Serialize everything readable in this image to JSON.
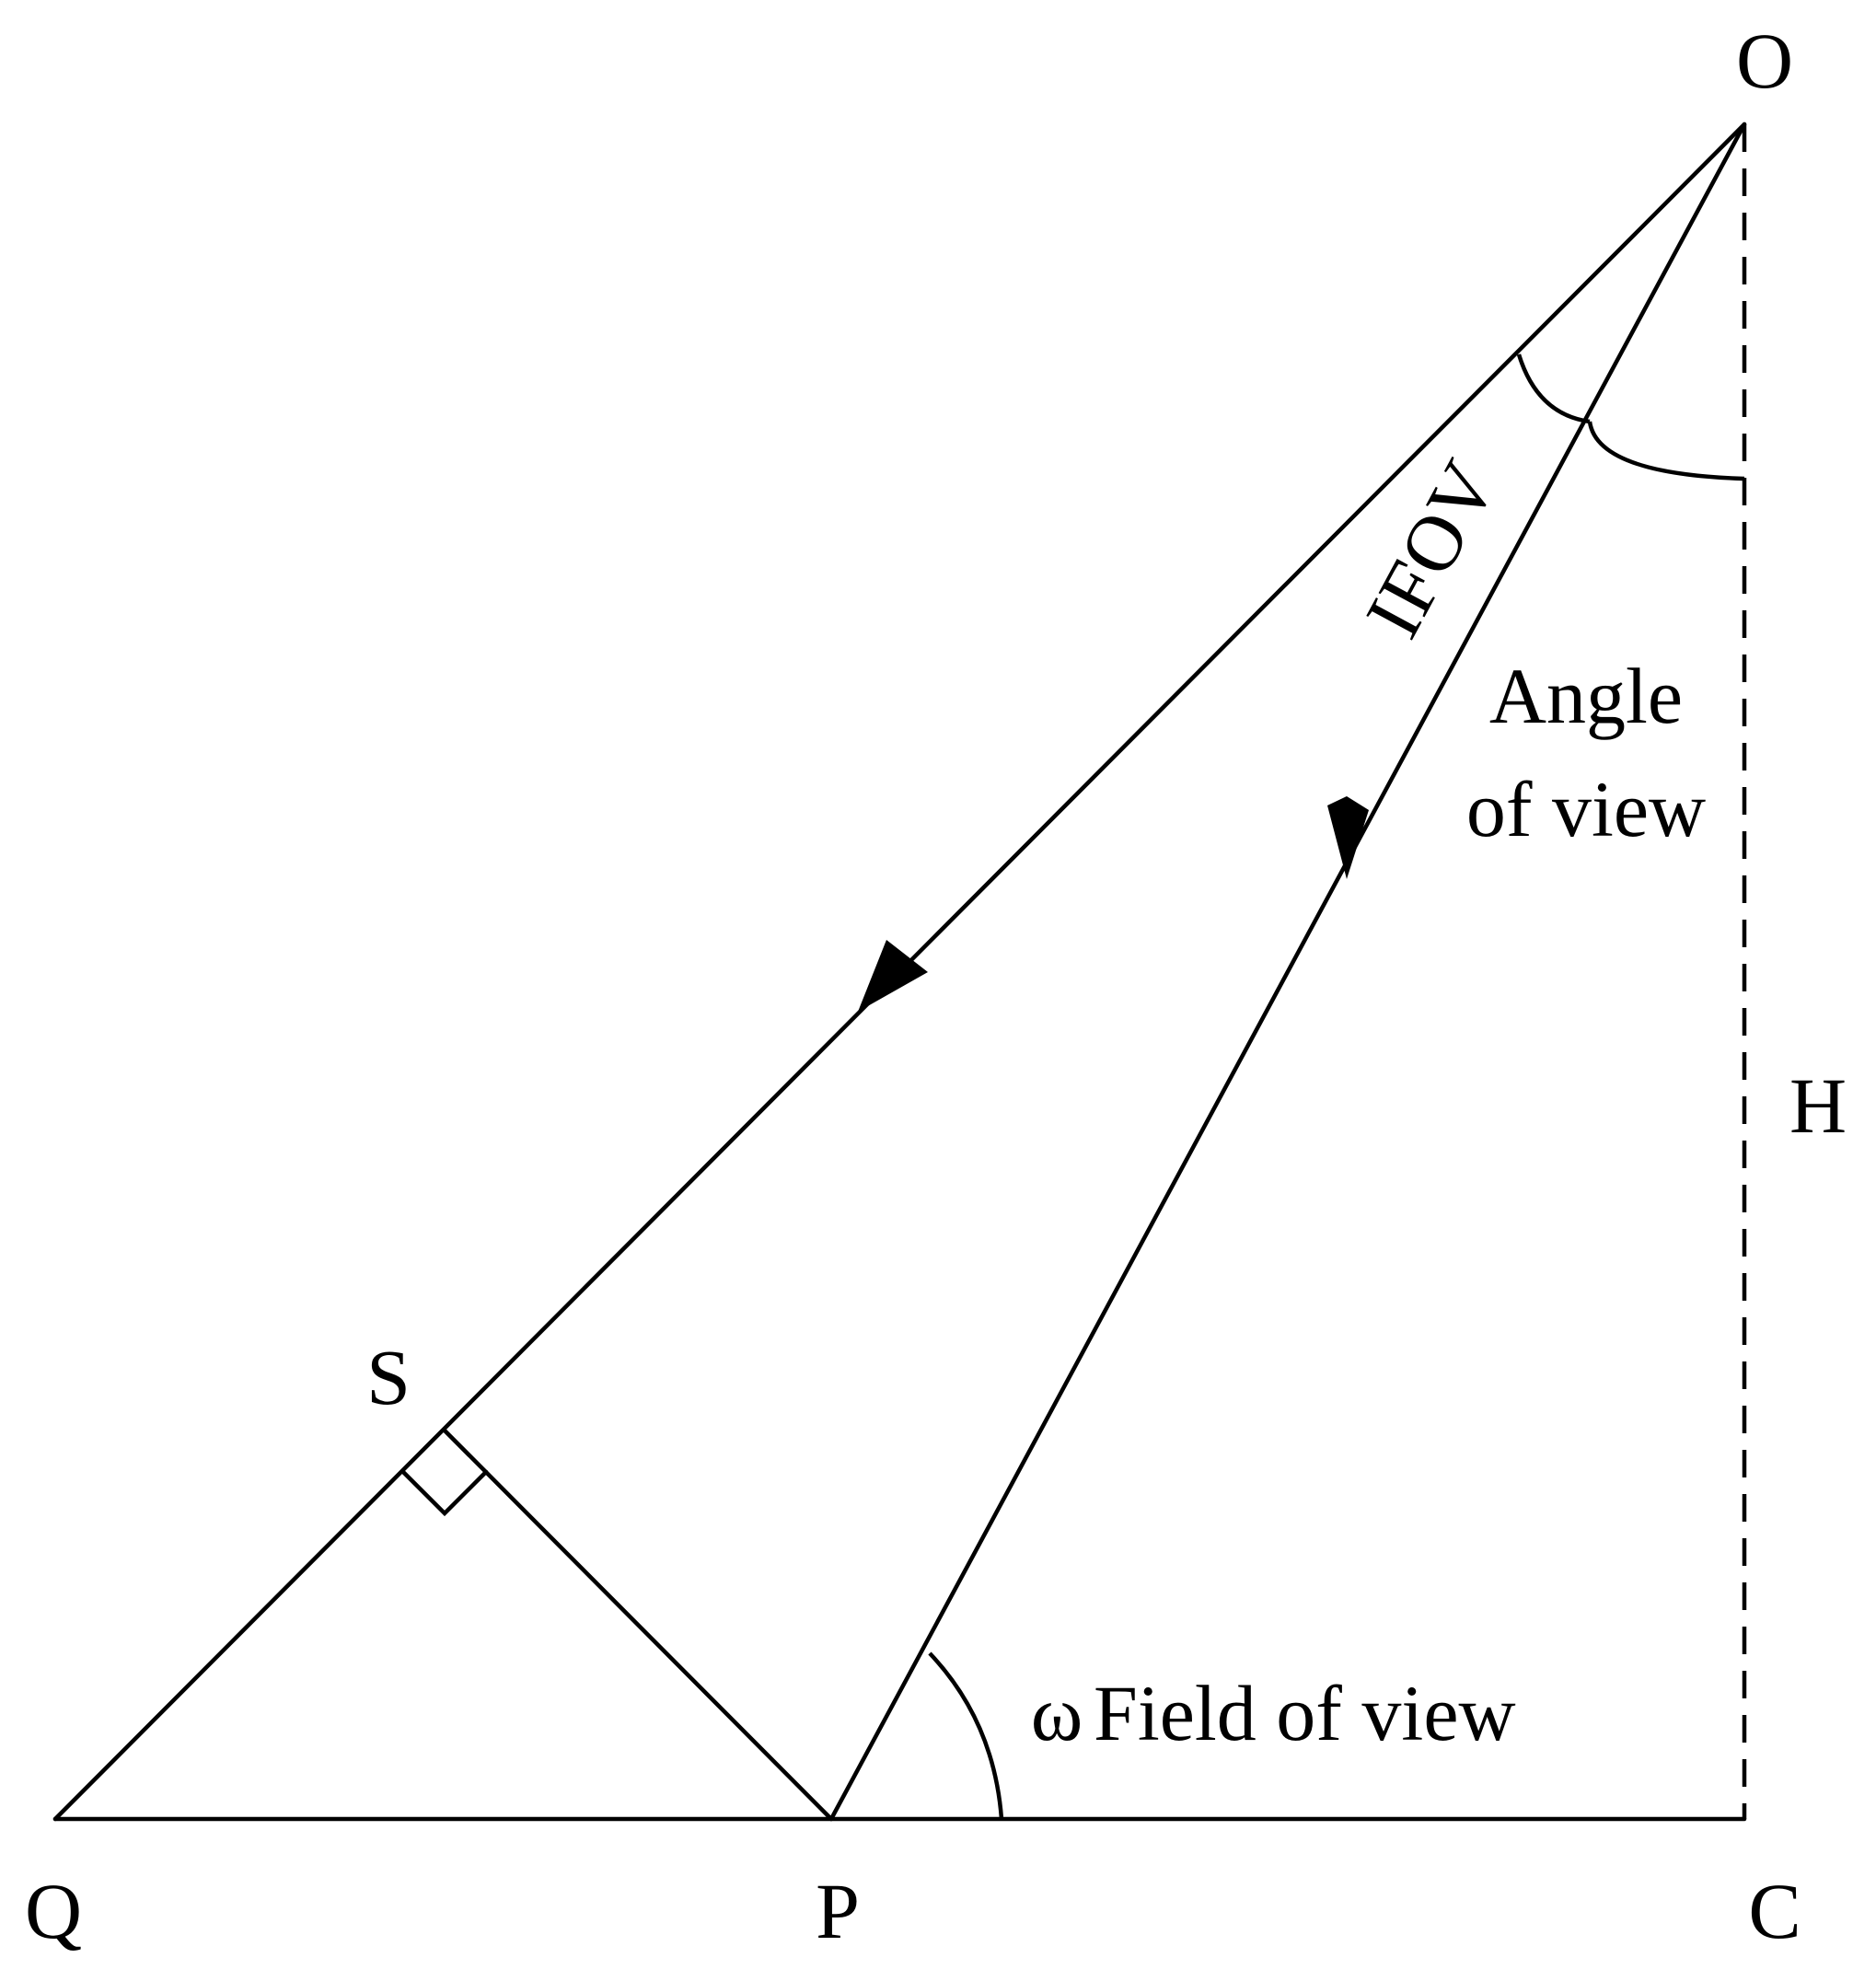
{
  "diagram": {
    "points": {
      "O": "O",
      "Q": "Q",
      "P": "P",
      "C": "C",
      "S": "S"
    },
    "height_label": "H",
    "ifov_label": "IFOV",
    "angle_label_line1": "Angle",
    "angle_label_line2": "of view",
    "omega_symbol": "ω",
    "field_label": "Field of view"
  },
  "colors": {
    "stroke": "#000000",
    "background": "#ffffff"
  }
}
